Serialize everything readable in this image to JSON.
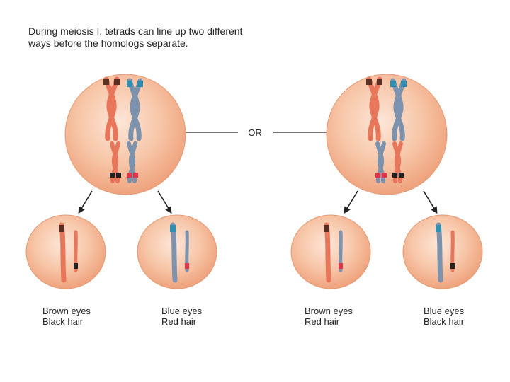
{
  "caption": "During meiosis I, tetrads can line up two different ways before the homologs separate.",
  "or_label": "OR",
  "outcomes": [
    {
      "eye": "Brown eyes",
      "hair": "Black hair"
    },
    {
      "eye": "Blue eyes",
      "hair": "Red hair"
    },
    {
      "eye": "Brown eyes",
      "hair": "Red hair"
    },
    {
      "eye": "Blue eyes",
      "hair": "Black hair"
    }
  ],
  "colors": {
    "cell_fill": "#f0b28e",
    "cell_edge": "#d98f6a",
    "maternal_chromosome": "#e8765a",
    "paternal_chromosome": "#7d93ad",
    "brown_eye_allele": "#5a3023",
    "blue_eye_allele": "#2f8fb0",
    "black_hair_allele": "#222222",
    "red_hair_allele": "#e0344a",
    "line": "#222222"
  },
  "icons": {
    "arrow": "down-arrow-icon"
  }
}
